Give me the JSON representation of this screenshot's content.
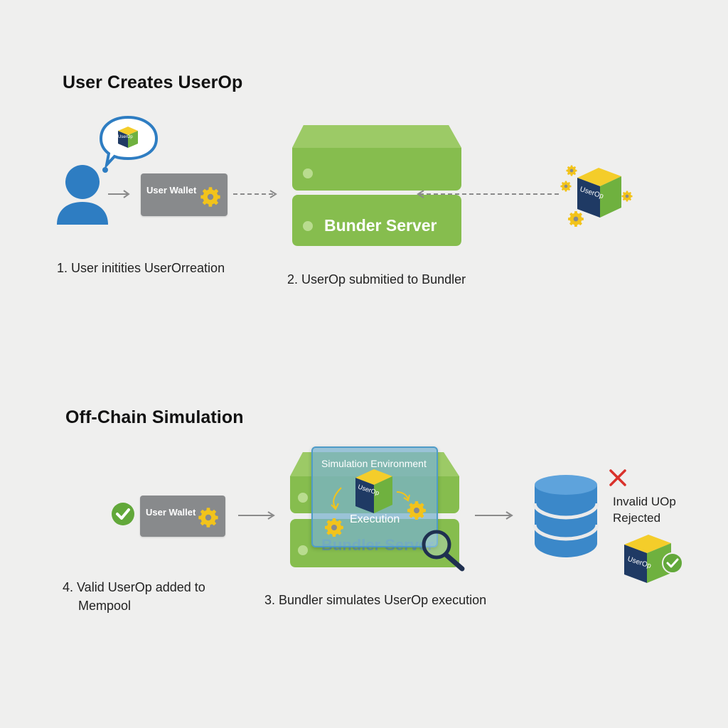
{
  "section1": {
    "title": "User Creates UserOp",
    "wallet_label": "User Wallet",
    "bubble_cube_label": "UserOp",
    "server_label": "Bunder Server",
    "cube_label": "UserOp",
    "step1": "1. User initities UserOrreation",
    "step2": "2. UserOp submitied to Bundler"
  },
  "section2": {
    "title": "Off-Chain Simulation",
    "wallet_label": "User Wallet",
    "sim_env_label": "Simulation Environment",
    "sim_cube_label": "UserOp",
    "execution_label": "Execution",
    "server_label": "Bundler Server",
    "invalid_line1": "Invalid UOp",
    "invalid_line2": "Rejected",
    "valid_cube_label": "UserOp",
    "step4_line1": "4. Valid UserOp added to",
    "step4_line2": "Mempool",
    "step3": "3. Bundler simulates UserOp execution"
  },
  "icons": {
    "user": "user-icon",
    "gear": "gear-icon",
    "cube": "cube-icon",
    "check": "check-icon",
    "cross": "cross-icon",
    "database": "database-icon",
    "magnifier": "magnifier-icon",
    "speech_bubble": "speech-bubble-icon"
  },
  "colors": {
    "server_green": "#86bd4e",
    "user_blue": "#2e7dc2",
    "gear_yellow": "#f2c31b",
    "cube_yellow": "#f4cd2a",
    "cube_navy": "#1f3a64",
    "cube_green": "#6fb13f",
    "wallet_gray": "#888a8c",
    "database_blue": "#3b88c9",
    "reject_red": "#d9312b",
    "check_green": "#62a83a"
  }
}
